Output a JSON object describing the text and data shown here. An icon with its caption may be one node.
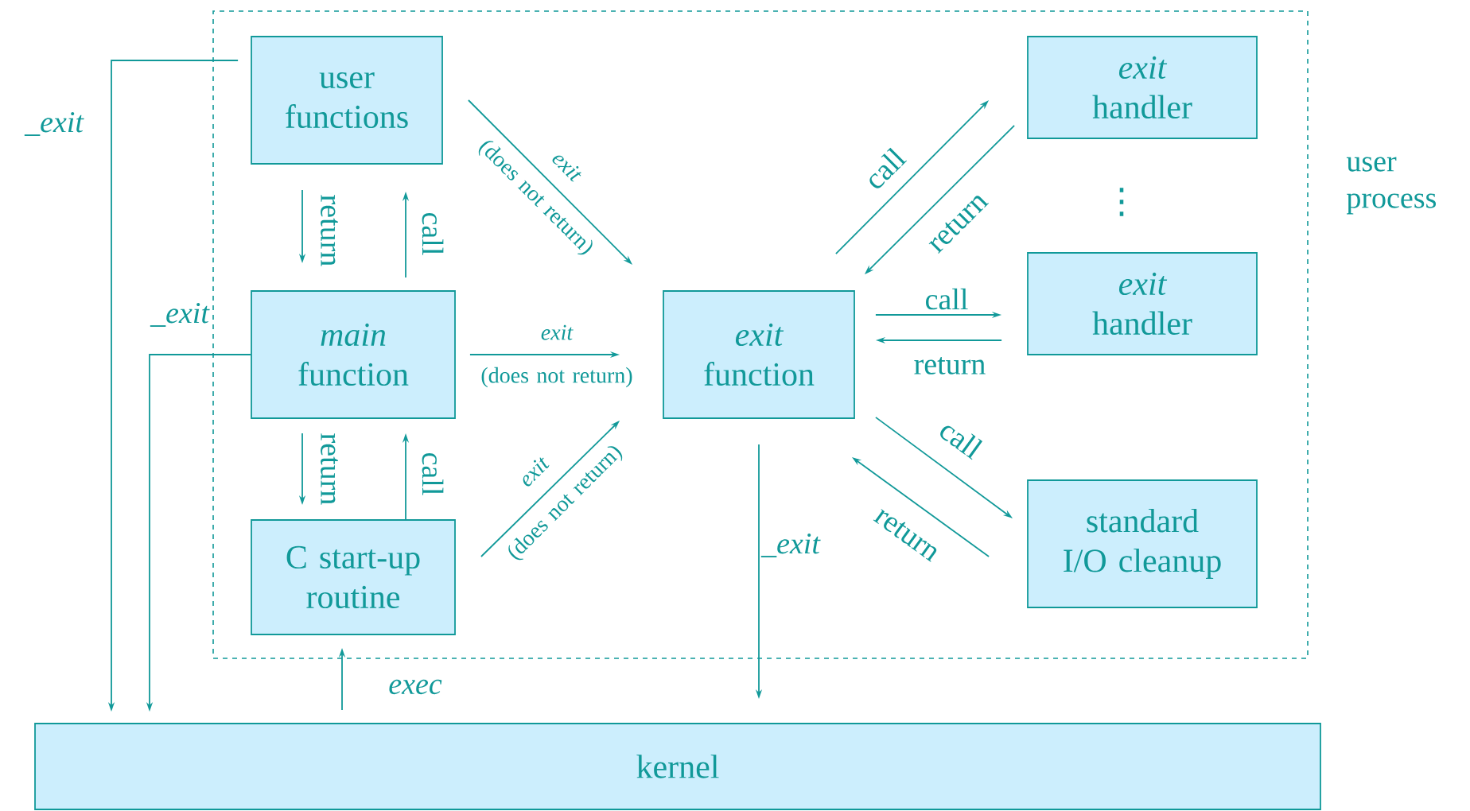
{
  "diagram": {
    "nodes": [
      {
        "text": [
          "user process"
        ]
      },
      {
        "text": [
          "user functions"
        ],
        "in": 0
      },
      {
        "text": [
          "*main* function"
        ],
        "in": 0
      },
      {
        "text": [
          "C start-up routine"
        ],
        "in": 0
      },
      {
        "text": [
          "*exit* function"
        ],
        "in": 0
      },
      {
        "text": [
          "*exit* handler"
        ],
        "in": 0
      },
      {
        "text": [
          "*exit* handler"
        ],
        "in": 0
      },
      {
        "text": [
          "standard I/O cleanup"
        ],
        "in": 0
      },
      {
        "text": [
          "kernel"
        ]
      }
    ],
    "edges": [
      {
        "from": 1,
        "to": 8,
        "arrow": "to",
        "label": "_exit"
      },
      {
        "from": 2,
        "to": 8,
        "arrow": "to",
        "label": "_exit"
      },
      {
        "from": 4,
        "to": 8,
        "arrow": "to",
        "label": "_exit"
      },
      {
        "from": 8,
        "to": 3,
        "arrow": "to",
        "label": "exec"
      },
      {
        "from": 2,
        "to": 1,
        "arrow": "to",
        "label": "call"
      },
      {
        "from": 1,
        "to": 2,
        "arrow": "to",
        "label": "return"
      },
      {
        "from": 3,
        "to": 2,
        "arrow": "to",
        "label": "call"
      },
      {
        "from": 2,
        "to": 3,
        "arrow": "to",
        "label": "return"
      },
      {
        "from": 1,
        "to": 4,
        "arrow": "to",
        "label": "*exit* (does not return)"
      },
      {
        "from": 2,
        "to": 4,
        "arrow": "to",
        "label": "*exit* (does not return)"
      },
      {
        "from": 3,
        "to": 4,
        "arrow": "to",
        "label": "*exit* (does not return)"
      },
      {
        "from": 4,
        "to": 5,
        "arrow": "to",
        "label": "call"
      },
      {
        "from": 5,
        "to": 4,
        "arrow": "to",
        "label": "return"
      },
      {
        "from": 4,
        "to": 6,
        "arrow": "to",
        "label": "call"
      },
      {
        "from": 6,
        "to": 4,
        "arrow": "to",
        "label": "return"
      },
      {
        "from": 4,
        "to": 7,
        "arrow": "to",
        "label": "call"
      },
      {
        "from": 7,
        "to": 4,
        "arrow": "to",
        "label": "return"
      }
    ],
    "labels": [
      "⋮"
    ]
  }
}
